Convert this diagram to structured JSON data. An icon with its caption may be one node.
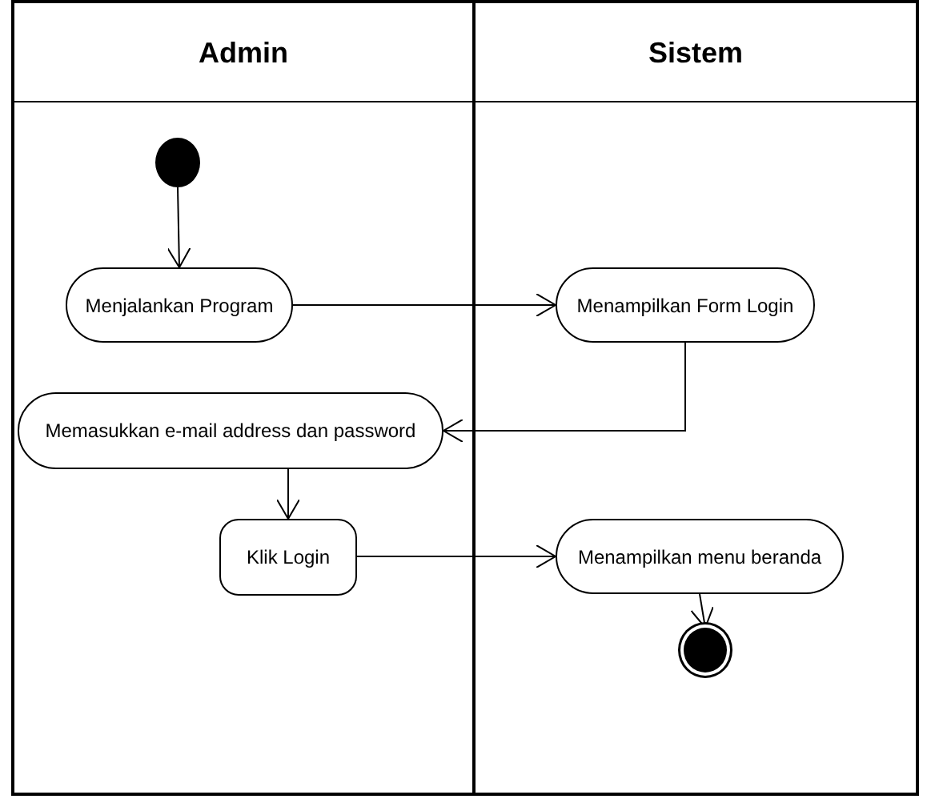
{
  "diagram": {
    "nodes": [
      {
        "text": [
          "Admin"
        ]
      },
      {
        "text": [
          "Sistem"
        ]
      },
      {
        "text": [],
        "shape": "circle",
        "in": 0
      },
      {
        "text": [
          "Menjalankan Program"
        ],
        "in": 0
      },
      {
        "text": [
          "Menampilkan Form Login"
        ],
        "in": 1
      },
      {
        "text": [
          "Memasukkan e-mail address dan password"
        ],
        "in": 0
      },
      {
        "text": [
          "Klik Login"
        ],
        "in": 0
      },
      {
        "text": [
          "Menampilkan menu beranda"
        ],
        "in": 1
      },
      {
        "text": [],
        "shape": "circle",
        "in": 1
      }
    ],
    "edges": [
      {
        "from": 2,
        "to": 3,
        "arrow": "to"
      },
      {
        "from": 3,
        "to": 4,
        "arrow": "to"
      },
      {
        "from": 4,
        "to": 5,
        "arrow": "to"
      },
      {
        "from": 5,
        "to": 6,
        "arrow": "to"
      },
      {
        "from": 6,
        "to": 7,
        "arrow": "to"
      },
      {
        "from": 7,
        "to": 8,
        "arrow": "to"
      }
    ]
  }
}
